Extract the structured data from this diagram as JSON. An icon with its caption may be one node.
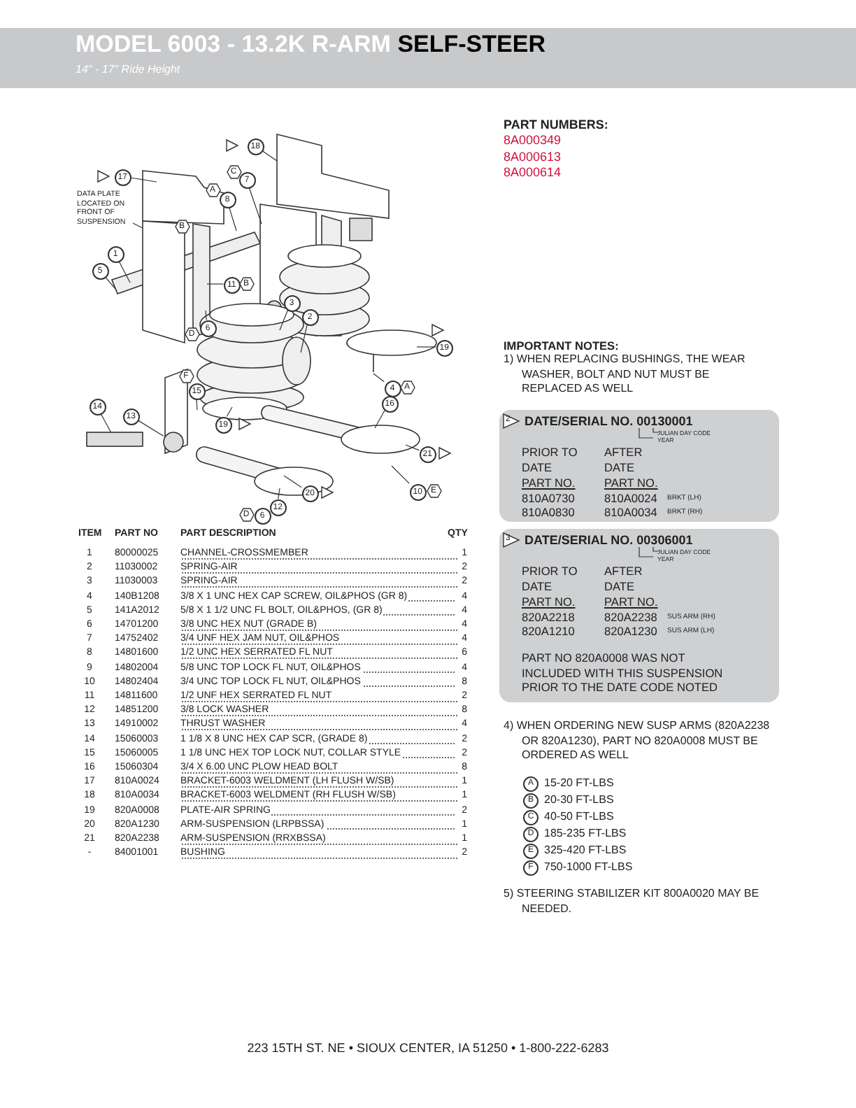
{
  "diagram": {
    "title": "MODEL 6003 - 13.2K R-ARM **SELF-STEER**",
    "nodes": [
      {
        "text": [
          "18"
        ]
      },
      {
        "text": [
          "17"
        ]
      },
      {
        "text": [
          "DATA PLATE LOCATED ON FRONT OF SUSPENSION"
        ]
      },
      {
        "text": [
          "B"
        ]
      },
      {
        "text": [
          "A"
        ]
      },
      {
        "text": [
          "8"
        ]
      },
      {
        "text": [
          "C"
        ]
      },
      {
        "text": [
          "7"
        ]
      },
      {
        "text": [
          "1"
        ]
      },
      {
        "text": [
          "5"
        ]
      },
      {
        "text": [
          "11"
        ]
      },
      {
        "text": [
          "B"
        ]
      },
      {
        "text": [
          "D"
        ]
      },
      {
        "text": [
          "6"
        ]
      },
      {
        "text": [
          "3"
        ]
      },
      {
        "text": [
          "2"
        ]
      },
      {
        "text": [
          "19"
        ]
      },
      {
        "text": [
          "4"
        ]
      },
      {
        "text": [
          "A"
        ]
      },
      {
        "text": [
          "F"
        ]
      },
      {
        "text": [
          "15"
        ]
      },
      {
        "text": [
          "13"
        ]
      },
      {
        "text": [
          "14"
        ]
      },
      {
        "text": [
          "19"
        ]
      },
      {
        "text": [
          "16"
        ]
      },
      {
        "text": [
          "21"
        ]
      },
      {
        "text": [
          "20"
        ]
      },
      {
        "text": [
          "D"
        ]
      },
      {
        "text": [
          "6"
        ]
      },
      {
        "text": [
          "12"
        ]
      },
      {
        "text": [
          "10"
        ]
      },
      {
        "text": [
          "E"
        ]
      },
      {
        "text": [
          "2",
          "DATE/SERIAL NO. 00130001",
          "JULIAN DAY CODE",
          "YEAR",
          "PRIOR TO DATE",
          "AFTER DATE",
          "PART NO.",
          "PART NO.",
          "810A0730",
          "810A0024",
          "BRKT (LH)",
          "810A0830",
          "810A0034",
          "BRKT (RH)"
        ]
      },
      {
        "text": [
          "3",
          "DATE/SERIAL NO. 00306001",
          "JULIAN DAY CODE",
          "YEAR",
          "PRIOR TO DATE",
          "AFTER DATE",
          "PART NO.",
          "PART NO.",
          "820A2218",
          "820A2238",
          "SUS ARM (RH)",
          "820A1210",
          "820A1230",
          "SUS ARM (LH)",
          "PART NO 820A0008 WAS NOT INCLUDED WITH THIS SUSPENSION PRIOR TO THE DATE CODE NOTED"
        ]
      },
      {
        "text": [],
        "shape": "box"
      },
      {
        "text": [],
        "shape": "circle"
      }
    ],
    "edges": [
      {
        "from": 0,
        "to": null,
        "arrow": "none"
      },
      {
        "from": 1,
        "to": null,
        "arrow": "none"
      },
      {
        "from": 2,
        "to": null,
        "arrow": "none"
      },
      {
        "from": 5,
        "to": null,
        "arrow": "none"
      },
      {
        "from": 7,
        "to": null,
        "arrow": "none"
      },
      {
        "from": 8,
        "to": null,
        "arrow": "none"
      },
      {
        "from": 9,
        "to": null,
        "arrow": "none"
      },
      {
        "from": 10,
        "to": null,
        "arrow": "none"
      },
      {
        "from": 13,
        "to": null,
        "arrow": "none"
      },
      {
        "from": 14,
        "to": null,
        "arrow": "none"
      },
      {
        "from": 15,
        "to": null,
        "arrow": "none"
      },
      {
        "from": 16,
        "to": null,
        "arrow": "none"
      },
      {
        "from": 17,
        "to": null,
        "arrow": "none"
      },
      {
        "from": 20,
        "to": null,
        "arrow": "none"
      },
      {
        "from": 21,
        "to": 35,
        "arrow": "none"
      },
      {
        "from": 22,
        "to": 34,
        "arrow": "none"
      },
      {
        "from": 23,
        "to": null,
        "arrow": "none"
      },
      {
        "from": 24,
        "to": null,
        "arrow": "none"
      },
      {
        "from": 25,
        "to": null,
        "arrow": "none"
      },
      {
        "from": 26,
        "to": null,
        "arrow": "none"
      },
      {
        "from": 29,
        "to": null,
        "arrow": "none"
      },
      {
        "from": 30,
        "to": null,
        "arrow": "none"
      }
    ],
    "labels": [
      "14\" - 17\" Ride Height",
      "PART NUMBERS:",
      "8A000349",
      "8A000613",
      "8A000614",
      "IMPORTANT NOTES:",
      "1) WHEN REPLACING BUSHINGS, THE WEAR WASHER, BOLT AND NUT MUST BE REPLACED AS WELL",
      "ITEM",
      "PART NO",
      "PART DESCRIPTION",
      "QTY",
      "1",
      "80000025",
      "CHANNEL-CROSSMEMBER",
      "1",
      "2",
      "11030002",
      "SPRING-AIR",
      "2",
      "3",
      "11030003",
      "SPRING-AIR",
      "2",
      "4",
      "140B1208",
      "3/8 X 1 UNC HEX CAP SCREW, OIL&PHOS (GR 8)",
      "4",
      "5",
      "141A2012",
      "5/8 X 1 1/2 UNC FL BOLT, OIL&PHOS, (GR 8)",
      "4",
      "6",
      "14701200",
      "3/8 UNC HEX NUT (GRADE B)",
      "4",
      "7",
      "14752402",
      "3/4 UNF HEX JAM NUT, OIL&PHOS",
      "4",
      "8",
      "14801600",
      "1/2 UNC HEX SERRATED FL NUT",
      "6",
      "9",
      "14802004",
      "5/8 UNC TOP LOCK FL NUT, OIL&PHOS",
      "4",
      "10",
      "14802404",
      "3/4 UNC TOP LOCK FL NUT, OIL&PHOS",
      "8",
      "11",
      "14811600",
      "1/2 UNF HEX SERRATED FL NUT",
      "2",
      "12",
      "14851200",
      "3/8 LOCK WASHER",
      "8",
      "13",
      "14910002",
      "THRUST WASHER",
      "4",
      "14",
      "15060003",
      "1 1/8 X 8 UNC HEX CAP SCR, (GRADE 8)",
      "2",
      "15",
      "15060005",
      "1 1/8 UNC HEX TOP LOCK NUT, COLLAR STYLE",
      "2",
      "16",
      "15060304",
      "3/4 X 6.00 UNC PLOW HEAD BOLT",
      "8",
      "17",
      "810A0024",
      "BRACKET-6003 WELDMENT (LH FLUSH W/SB)",
      "1",
      "18",
      "810A0034",
      "BRACKET-6003 WELDMENT (RH FLUSH W/SB)",
      "1",
      "19",
      "820A0008",
      "PLATE-AIR SPRING",
      "2",
      "20",
      "820A1230",
      "ARM-SUSPENSION (LRPBSSA)",
      "1",
      "21",
      "820A2238",
      "ARM-SUSPENSION (RRXBSSA)",
      "1",
      "-",
      "84001001",
      "BUSHING",
      "2",
      "4) WHEN ORDERING NEW SUSP ARMS (820A2238 OR 820A1230), PART NO 820A0008 MUST BE ORDERED AS WELL",
      "A",
      "15-20 FT-LBS",
      "B",
      "20-30 FT-LBS",
      "C",
      "40-50 FT-LBS",
      "D",
      "185-235 FT-LBS",
      "E",
      "325-420 FT-LBS",
      "F",
      "750-1000 FT-LBS",
      "5) STEERING STABILIZER KIT 800A0020 MAY BE NEEDED.",
      "223 15TH ST. NE • SIOUX CENTER, IA 51250 • 1-800-222-6283"
    ]
  }
}
